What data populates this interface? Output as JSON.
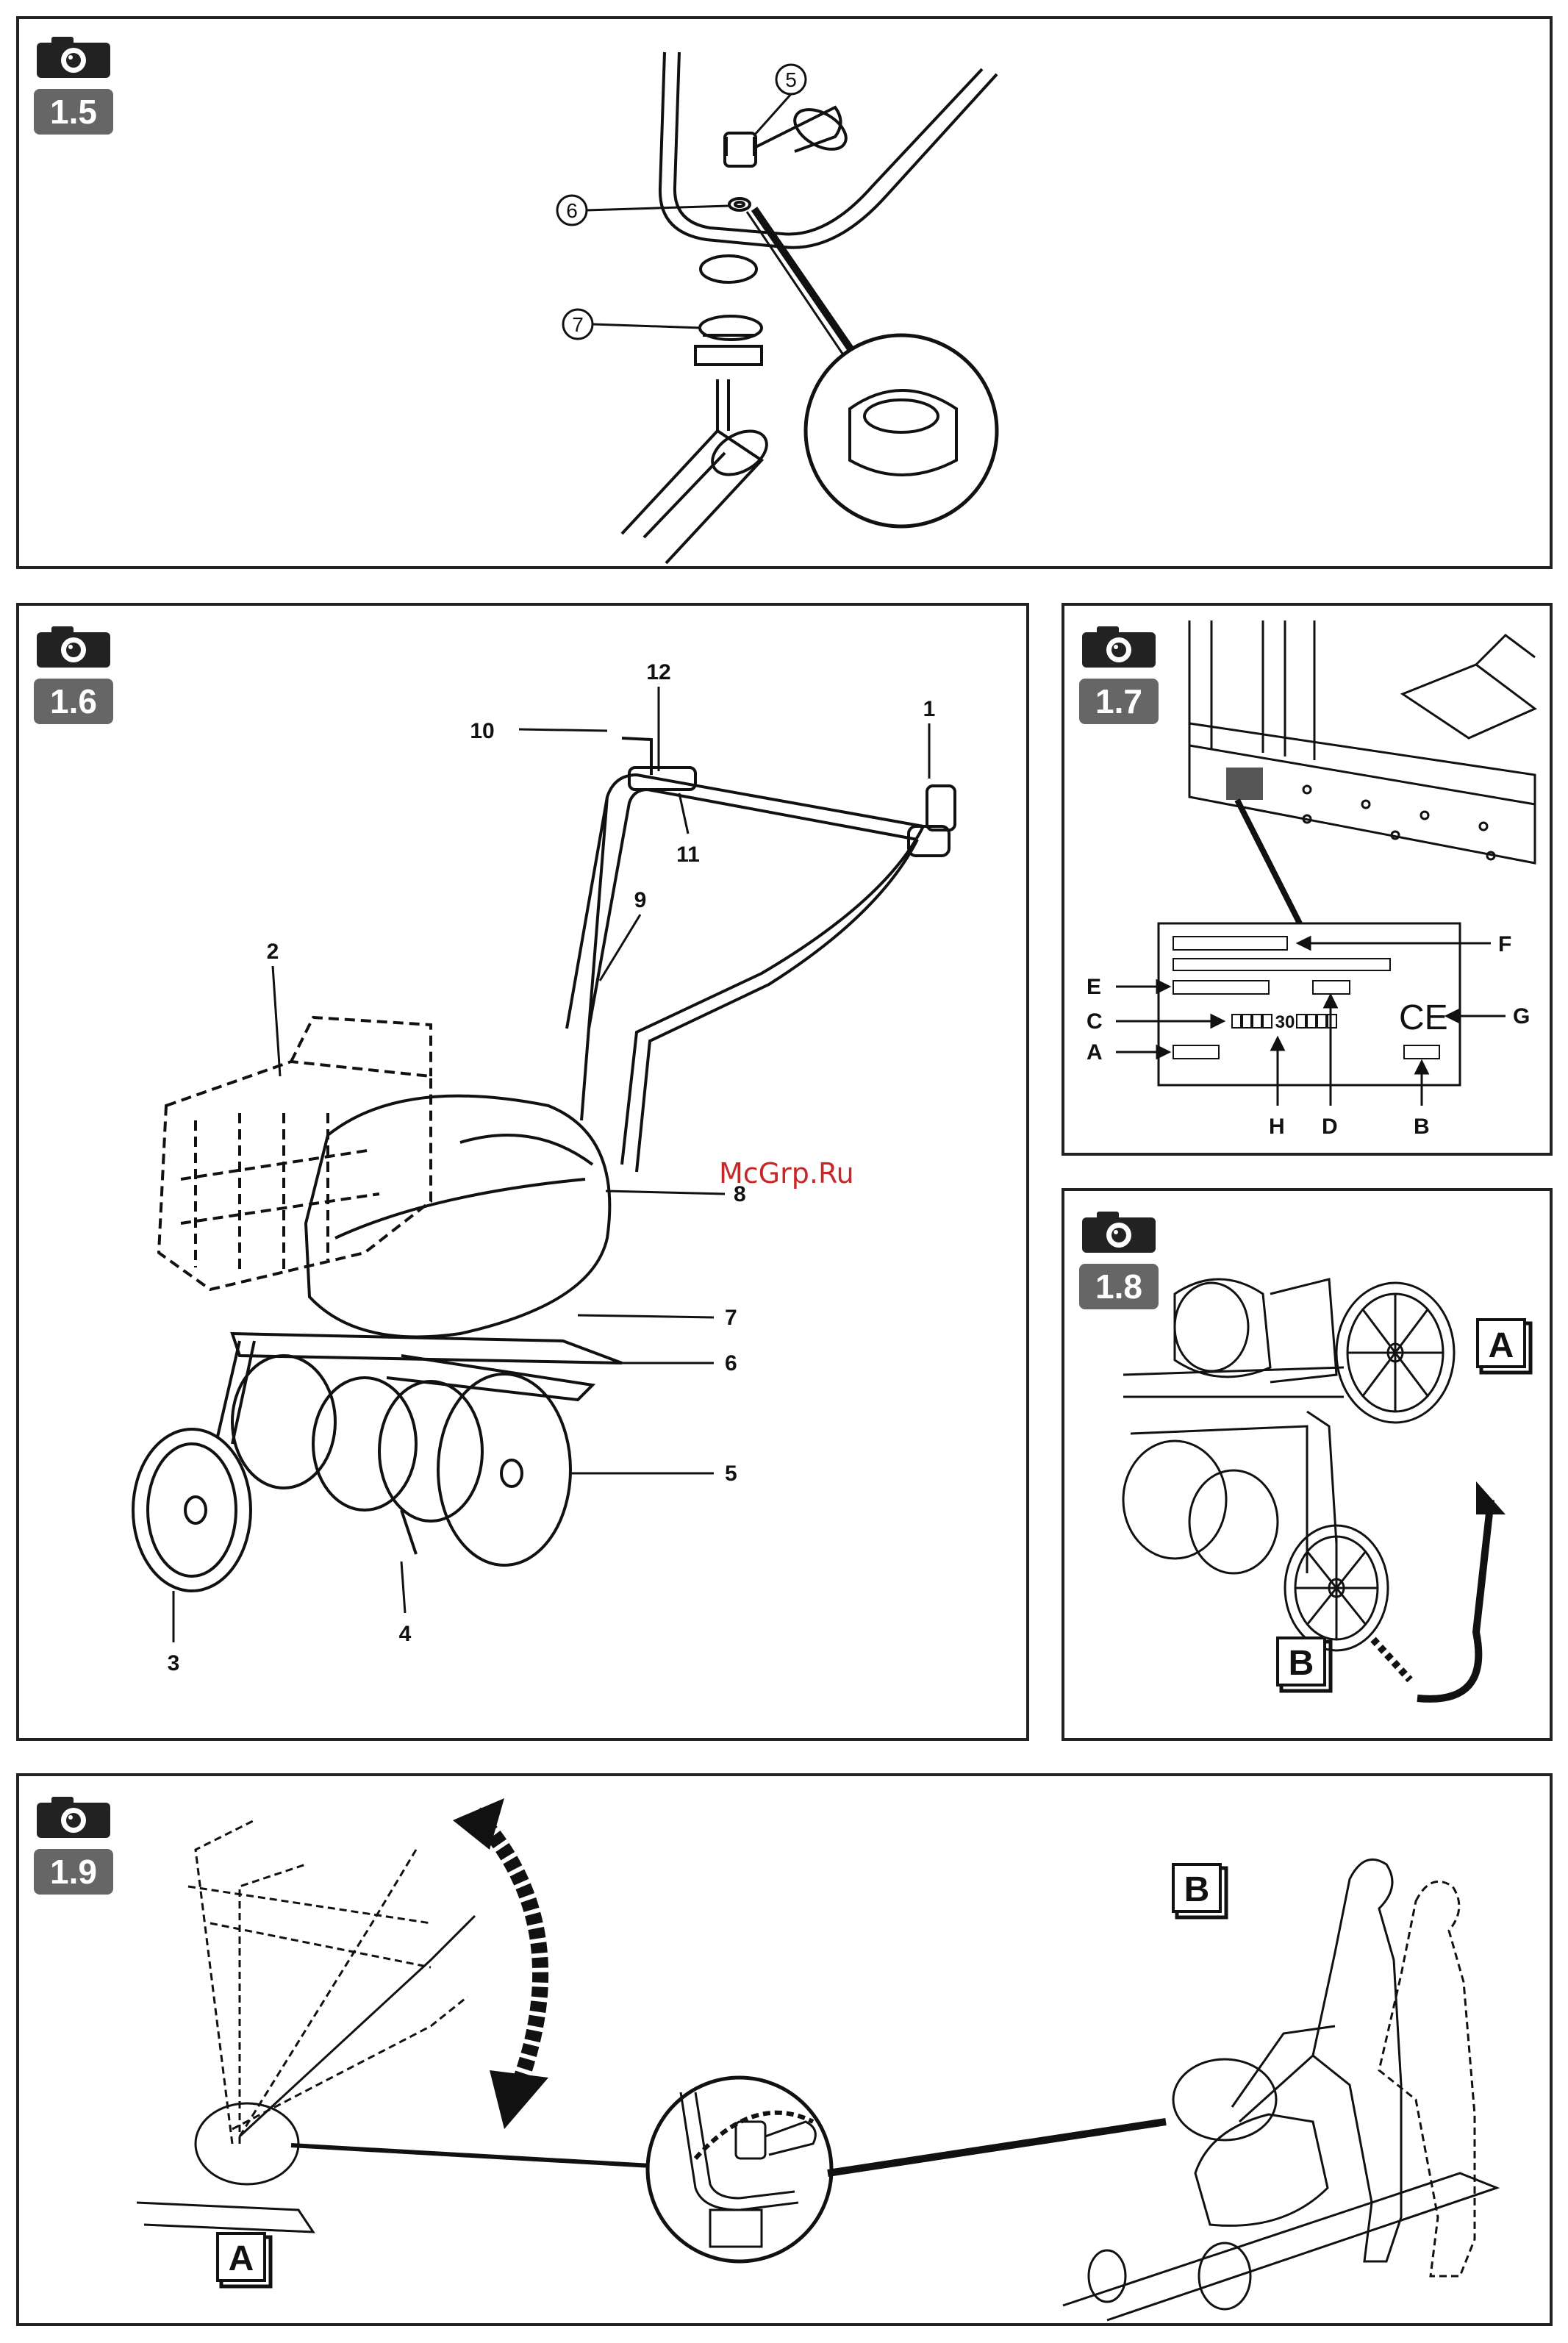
{
  "figures": {
    "f15": {
      "id": "1.5",
      "callouts": [
        "5",
        "6",
        "7"
      ]
    },
    "f16": {
      "id": "1.6",
      "callouts": [
        "1",
        "2",
        "3",
        "4",
        "5",
        "6",
        "7",
        "8",
        "9",
        "10",
        "11",
        "12"
      ]
    },
    "f17": {
      "id": "1.7",
      "plate_letters": [
        "A",
        "B",
        "C",
        "D",
        "E",
        "F",
        "G",
        "H"
      ],
      "plate_value": "30",
      "ce_mark": "CE"
    },
    "f18": {
      "id": "1.8",
      "boxes": [
        "A",
        "B"
      ]
    },
    "f19": {
      "id": "1.9",
      "boxes": [
        "A",
        "B"
      ]
    }
  },
  "watermark": "McGrp.Ru",
  "icons": {
    "camera": "camera-icon"
  },
  "colors": {
    "line": "#111111",
    "badge_bg": "#666666",
    "watermark": "#c62828"
  }
}
